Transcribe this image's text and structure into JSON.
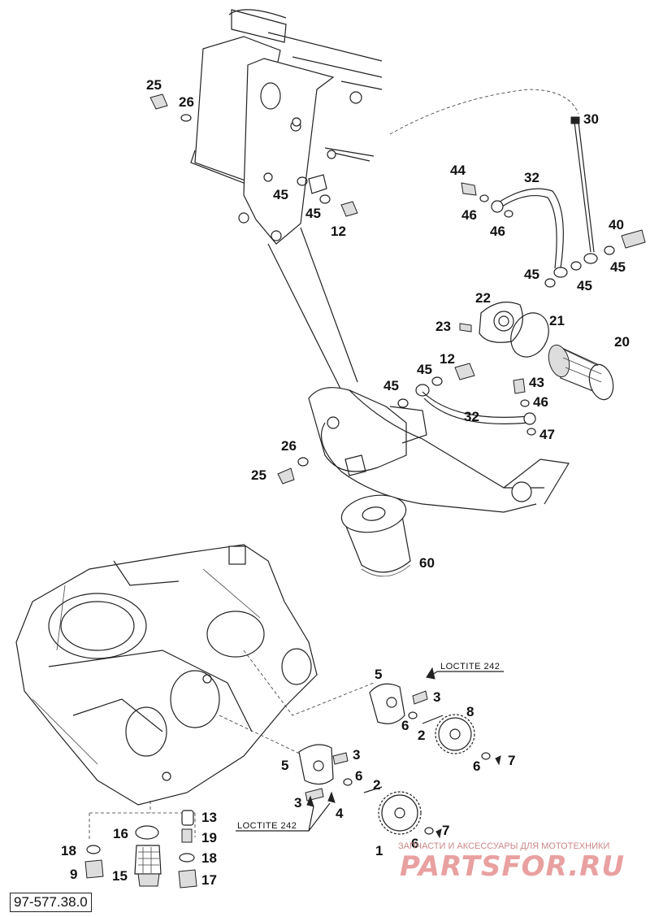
{
  "document_code": "97-577.38.0",
  "watermark": {
    "tagline": "ЗАПЧАСТИ И АКСЕССУАРЫ ДЛЯ МОТОТЕХНИКИ",
    "logo": "PARTSFOR.RU"
  },
  "notes": {
    "loctite_upper": "LOCTITE 242",
    "loctite_lower": "LOCTITE 242"
  },
  "part_labels": {
    "p25a": "25",
    "p26a": "26",
    "p45a": "45",
    "p45b": "45",
    "p12a": "12",
    "p30": "30",
    "p44": "44",
    "p32a": "32",
    "p46a": "46",
    "p46b": "46",
    "p40": "40",
    "p45c": "45",
    "p45d": "45",
    "p45e": "45",
    "p22": "22",
    "p21": "21",
    "p23": "23",
    "p20": "20",
    "p12b": "12",
    "p45f": "45",
    "p45g": "45",
    "p43": "43",
    "p46c": "46",
    "p32b": "32",
    "p47": "47",
    "p26b": "26",
    "p25b": "25",
    "p60": "60",
    "p5a": "5",
    "p3a": "3",
    "p6a": "6",
    "p2a": "2",
    "p8": "8",
    "p6b": "6",
    "p7a": "7",
    "p5b": "5",
    "p3b": "3",
    "p6c": "6",
    "p2b": "2",
    "p3c": "3",
    "p4": "4",
    "p1": "1",
    "p6d": "6",
    "p7b": "7",
    "p13": "13",
    "p16": "16",
    "p19": "19",
    "p18a": "18",
    "p18b": "18",
    "p9": "9",
    "p15": "15",
    "p17": "17"
  }
}
